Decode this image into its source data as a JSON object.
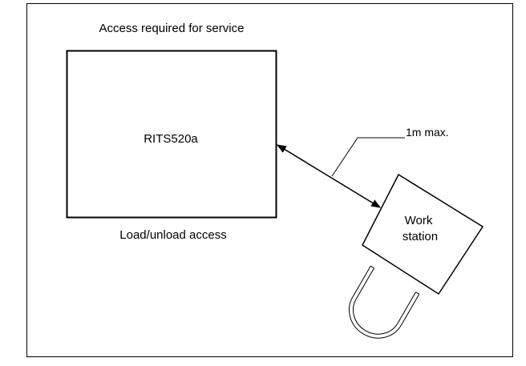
{
  "diagram": {
    "header_label": "Access required for service",
    "machine_label": "RITS520a",
    "footer_label": "Load/unload access",
    "distance_label": "1m max.",
    "workstation_label_line1": "Work",
    "workstation_label_line2": "station"
  }
}
